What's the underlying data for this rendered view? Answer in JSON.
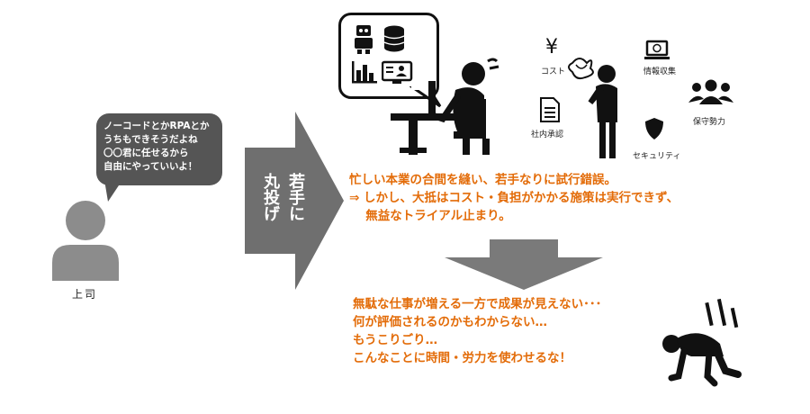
{
  "boss": {
    "speech_lines": [
      "ノーコードとかRPAとか",
      "うちもできそうだよね",
      "〇〇君に任せるから",
      "自由にやっていいよ！"
    ],
    "label": "上司"
  },
  "arrow": {
    "text_right": "若手に",
    "text_left": "丸投げ"
  },
  "icons": {
    "cost": "コスト",
    "info": "情報収集",
    "approval": "社内承認",
    "security": "セキュリティ",
    "force": "保守勢力"
  },
  "struggle_text": [
    "忙しい本業の合間を縫い、若手なりに試行錯誤。",
    "⇒ しかし、大抵はコスト・負担がかかる施策は実行できず、",
    "　 無益なトライアル止まり。"
  ],
  "result_text": [
    "無駄な仕事が増える一方で成果が見えない･･･",
    "何が評価されるのかもわからない…",
    "もうこりごり…",
    "こんなことに時間・労力を使わせるな！"
  ],
  "colors": {
    "accent": "#e36c09",
    "gray": "#595959",
    "dark": "#111111"
  }
}
